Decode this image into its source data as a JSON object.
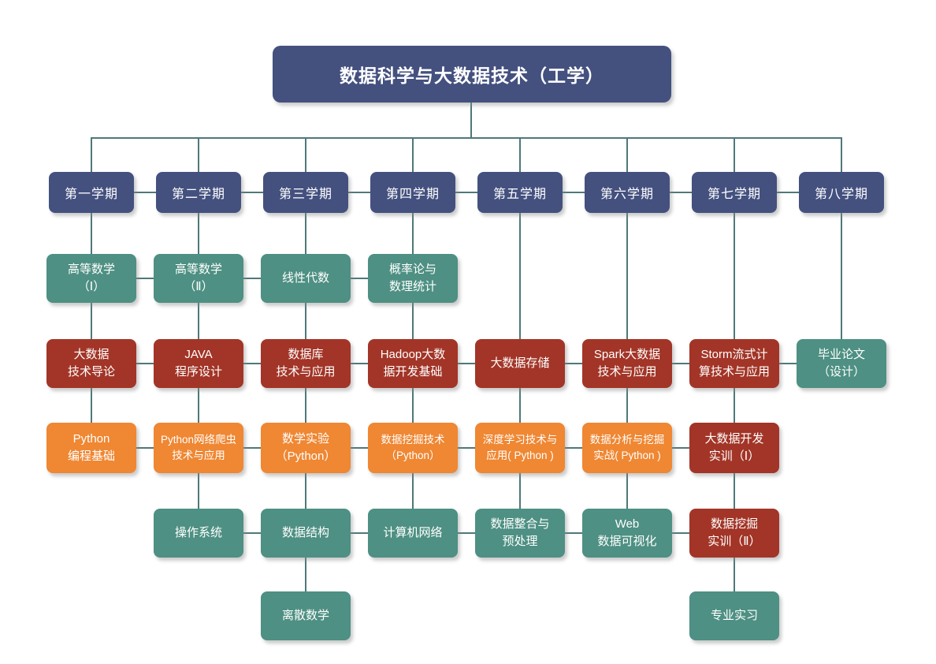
{
  "title": "数据科学与大数据技术（工学）",
  "palette": {
    "header_blue": "#44517F",
    "teal": "#4E9083",
    "red": "#A23527",
    "orange": "#EF8733",
    "connector": "#4F7879",
    "text": "#FFFFFF",
    "background": "#FFFFFF"
  },
  "semesters": [
    "第一学期",
    "第二学期",
    "第三学期",
    "第四学期",
    "第五学期",
    "第六学期",
    "第七学期",
    "第八学期"
  ],
  "courses": [
    {
      "semester": 1,
      "row": 1,
      "type": "teal",
      "lines": [
        "高等数学",
        "（Ⅰ）"
      ]
    },
    {
      "semester": 1,
      "row": 2,
      "type": "red",
      "lines": [
        "大数据",
        "技术导论"
      ]
    },
    {
      "semester": 1,
      "row": 3,
      "type": "orange",
      "lines": [
        "Python",
        "编程基础"
      ]
    },
    {
      "semester": 2,
      "row": 1,
      "type": "teal",
      "lines": [
        "高等数学",
        "（Ⅱ）"
      ]
    },
    {
      "semester": 2,
      "row": 2,
      "type": "red",
      "lines": [
        "JAVA",
        "程序设计"
      ]
    },
    {
      "semester": 2,
      "row": 3,
      "type": "orange",
      "lines": [
        "Python网络爬虫",
        "技术与应用"
      ],
      "small": true
    },
    {
      "semester": 2,
      "row": 4,
      "type": "teal",
      "lines": [
        "操作系统"
      ]
    },
    {
      "semester": 3,
      "row": 1,
      "type": "teal",
      "lines": [
        "线性代数"
      ]
    },
    {
      "semester": 3,
      "row": 2,
      "type": "red",
      "lines": [
        "数据库",
        "技术与应用"
      ]
    },
    {
      "semester": 3,
      "row": 3,
      "type": "orange",
      "lines": [
        "数学实验",
        "（Python）"
      ]
    },
    {
      "semester": 3,
      "row": 4,
      "type": "teal",
      "lines": [
        "数据结构"
      ]
    },
    {
      "semester": 3,
      "row": 5,
      "type": "teal",
      "lines": [
        "离散数学"
      ]
    },
    {
      "semester": 4,
      "row": 1,
      "type": "teal",
      "lines": [
        "概率论与",
        "数理统计"
      ]
    },
    {
      "semester": 4,
      "row": 2,
      "type": "red",
      "lines": [
        "Hadoop大数",
        "据开发基础"
      ]
    },
    {
      "semester": 4,
      "row": 3,
      "type": "orange",
      "lines": [
        "数据挖掘技术",
        "（Python）"
      ],
      "small": true
    },
    {
      "semester": 4,
      "row": 4,
      "type": "teal",
      "lines": [
        "计算机网络"
      ]
    },
    {
      "semester": 5,
      "row": 2,
      "type": "red",
      "lines": [
        "大数据存储"
      ]
    },
    {
      "semester": 5,
      "row": 3,
      "type": "orange",
      "lines": [
        "深度学习技术与",
        "应用( Python )"
      ],
      "small": true
    },
    {
      "semester": 5,
      "row": 4,
      "type": "teal",
      "lines": [
        "数据整合与",
        "预处理"
      ]
    },
    {
      "semester": 6,
      "row": 2,
      "type": "red",
      "lines": [
        "Spark大数据",
        "技术与应用"
      ]
    },
    {
      "semester": 6,
      "row": 3,
      "type": "orange",
      "lines": [
        "数据分析与挖掘",
        "实战( Python )"
      ],
      "small": true
    },
    {
      "semester": 6,
      "row": 4,
      "type": "teal",
      "lines": [
        "Web",
        "数据可视化"
      ]
    },
    {
      "semester": 7,
      "row": 2,
      "type": "red",
      "lines": [
        "Storm流式计",
        "算技术与应用"
      ]
    },
    {
      "semester": 7,
      "row": 3,
      "type": "red",
      "lines": [
        "大数据开发",
        "实训（Ⅰ）"
      ]
    },
    {
      "semester": 7,
      "row": 4,
      "type": "red",
      "lines": [
        "数据挖掘",
        "实训（Ⅱ）"
      ]
    },
    {
      "semester": 7,
      "row": 5,
      "type": "teal",
      "lines": [
        "专业实习"
      ]
    },
    {
      "semester": 8,
      "row": 2,
      "type": "teal",
      "lines": [
        "毕业论文",
        "（设计）"
      ]
    }
  ]
}
